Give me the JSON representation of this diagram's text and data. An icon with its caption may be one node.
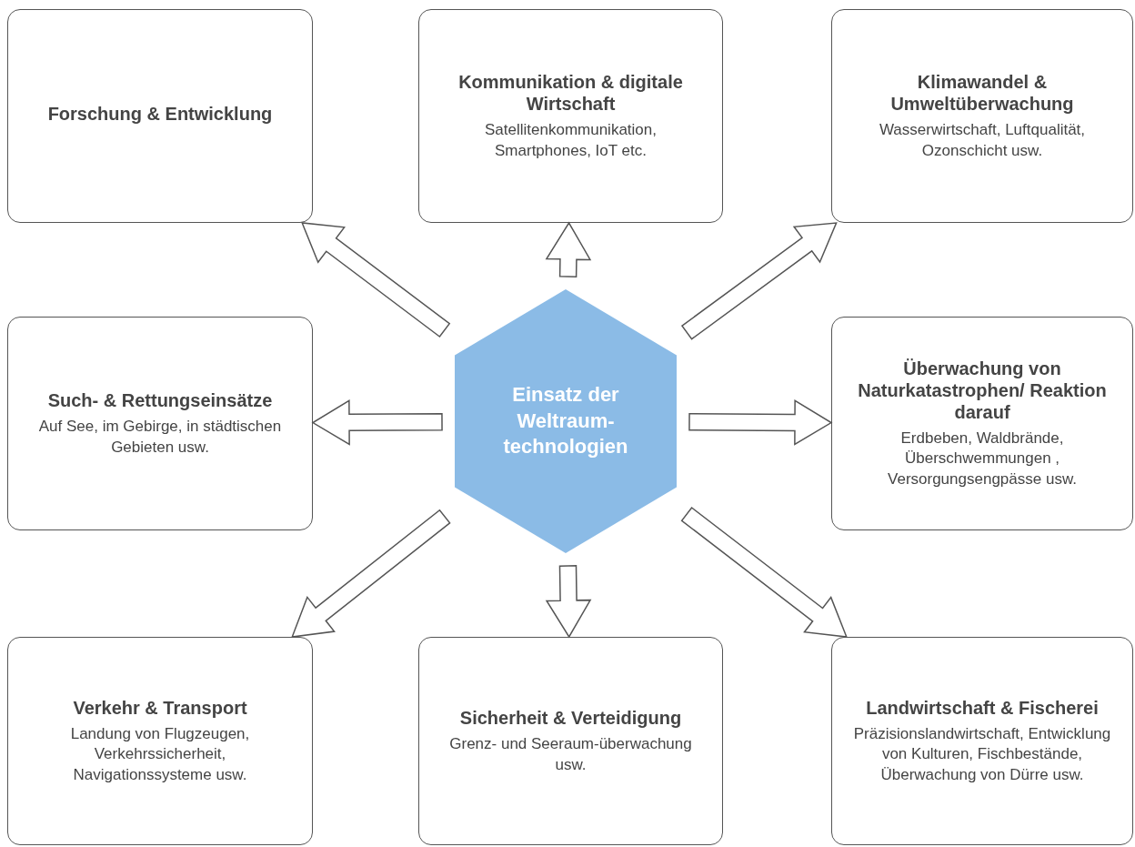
{
  "diagram": {
    "nodes": [
      {
        "text": [
          "Forschung & Entwicklung"
        ]
      },
      {
        "text": [
          "Kommunikation & digitale Wirtschaft",
          "Satellitenkommunikation, Smartphones, IoT etc."
        ]
      },
      {
        "text": [
          "Klimawandel & Umweltüberwachung",
          "Wasserwirtschaft, Luftqualität, Ozonschicht usw."
        ]
      },
      {
        "text": [
          "Such- & Rettungseinsätze",
          "Auf See, im Gebirge, in städtischen Gebieten usw."
        ]
      },
      {
        "text": [
          "Einsatz der Weltraum-technologien"
        ]
      },
      {
        "text": [
          "Überwachung von Naturkatastrophen/ Reaktion darauf",
          "Erdbeben, Waldbrände, Überschwemmungen , Versorgungsengpässe usw."
        ]
      },
      {
        "text": [
          "Verkehr & Transport",
          "Landung von Flugzeugen, Verkehrssicherheit, Navigationssysteme usw."
        ]
      },
      {
        "text": [
          "Sicherheit & Verteidigung",
          "Grenz- und Seeraum-überwachung usw."
        ]
      },
      {
        "text": [
          "Landwirtschaft & Fischerei",
          "Präzisionslandwirtschaft, Entwicklung von Kulturen, Fischbestände, Überwachung von Dürre usw."
        ]
      }
    ],
    "edges": [
      {
        "from": 4,
        "to": 1,
        "arrow": "to"
      },
      {
        "from": 4,
        "to": 2,
        "arrow": "to"
      },
      {
        "from": 4,
        "to": 5,
        "arrow": "to"
      },
      {
        "from": 4,
        "to": 8,
        "arrow": "to"
      },
      {
        "from": 4,
        "to": 7,
        "arrow": "to"
      },
      {
        "from": 4,
        "to": 6,
        "arrow": "to"
      },
      {
        "from": 4,
        "to": 3,
        "arrow": "to"
      },
      {
        "from": 4,
        "to": 0,
        "arrow": "to"
      }
    ]
  }
}
